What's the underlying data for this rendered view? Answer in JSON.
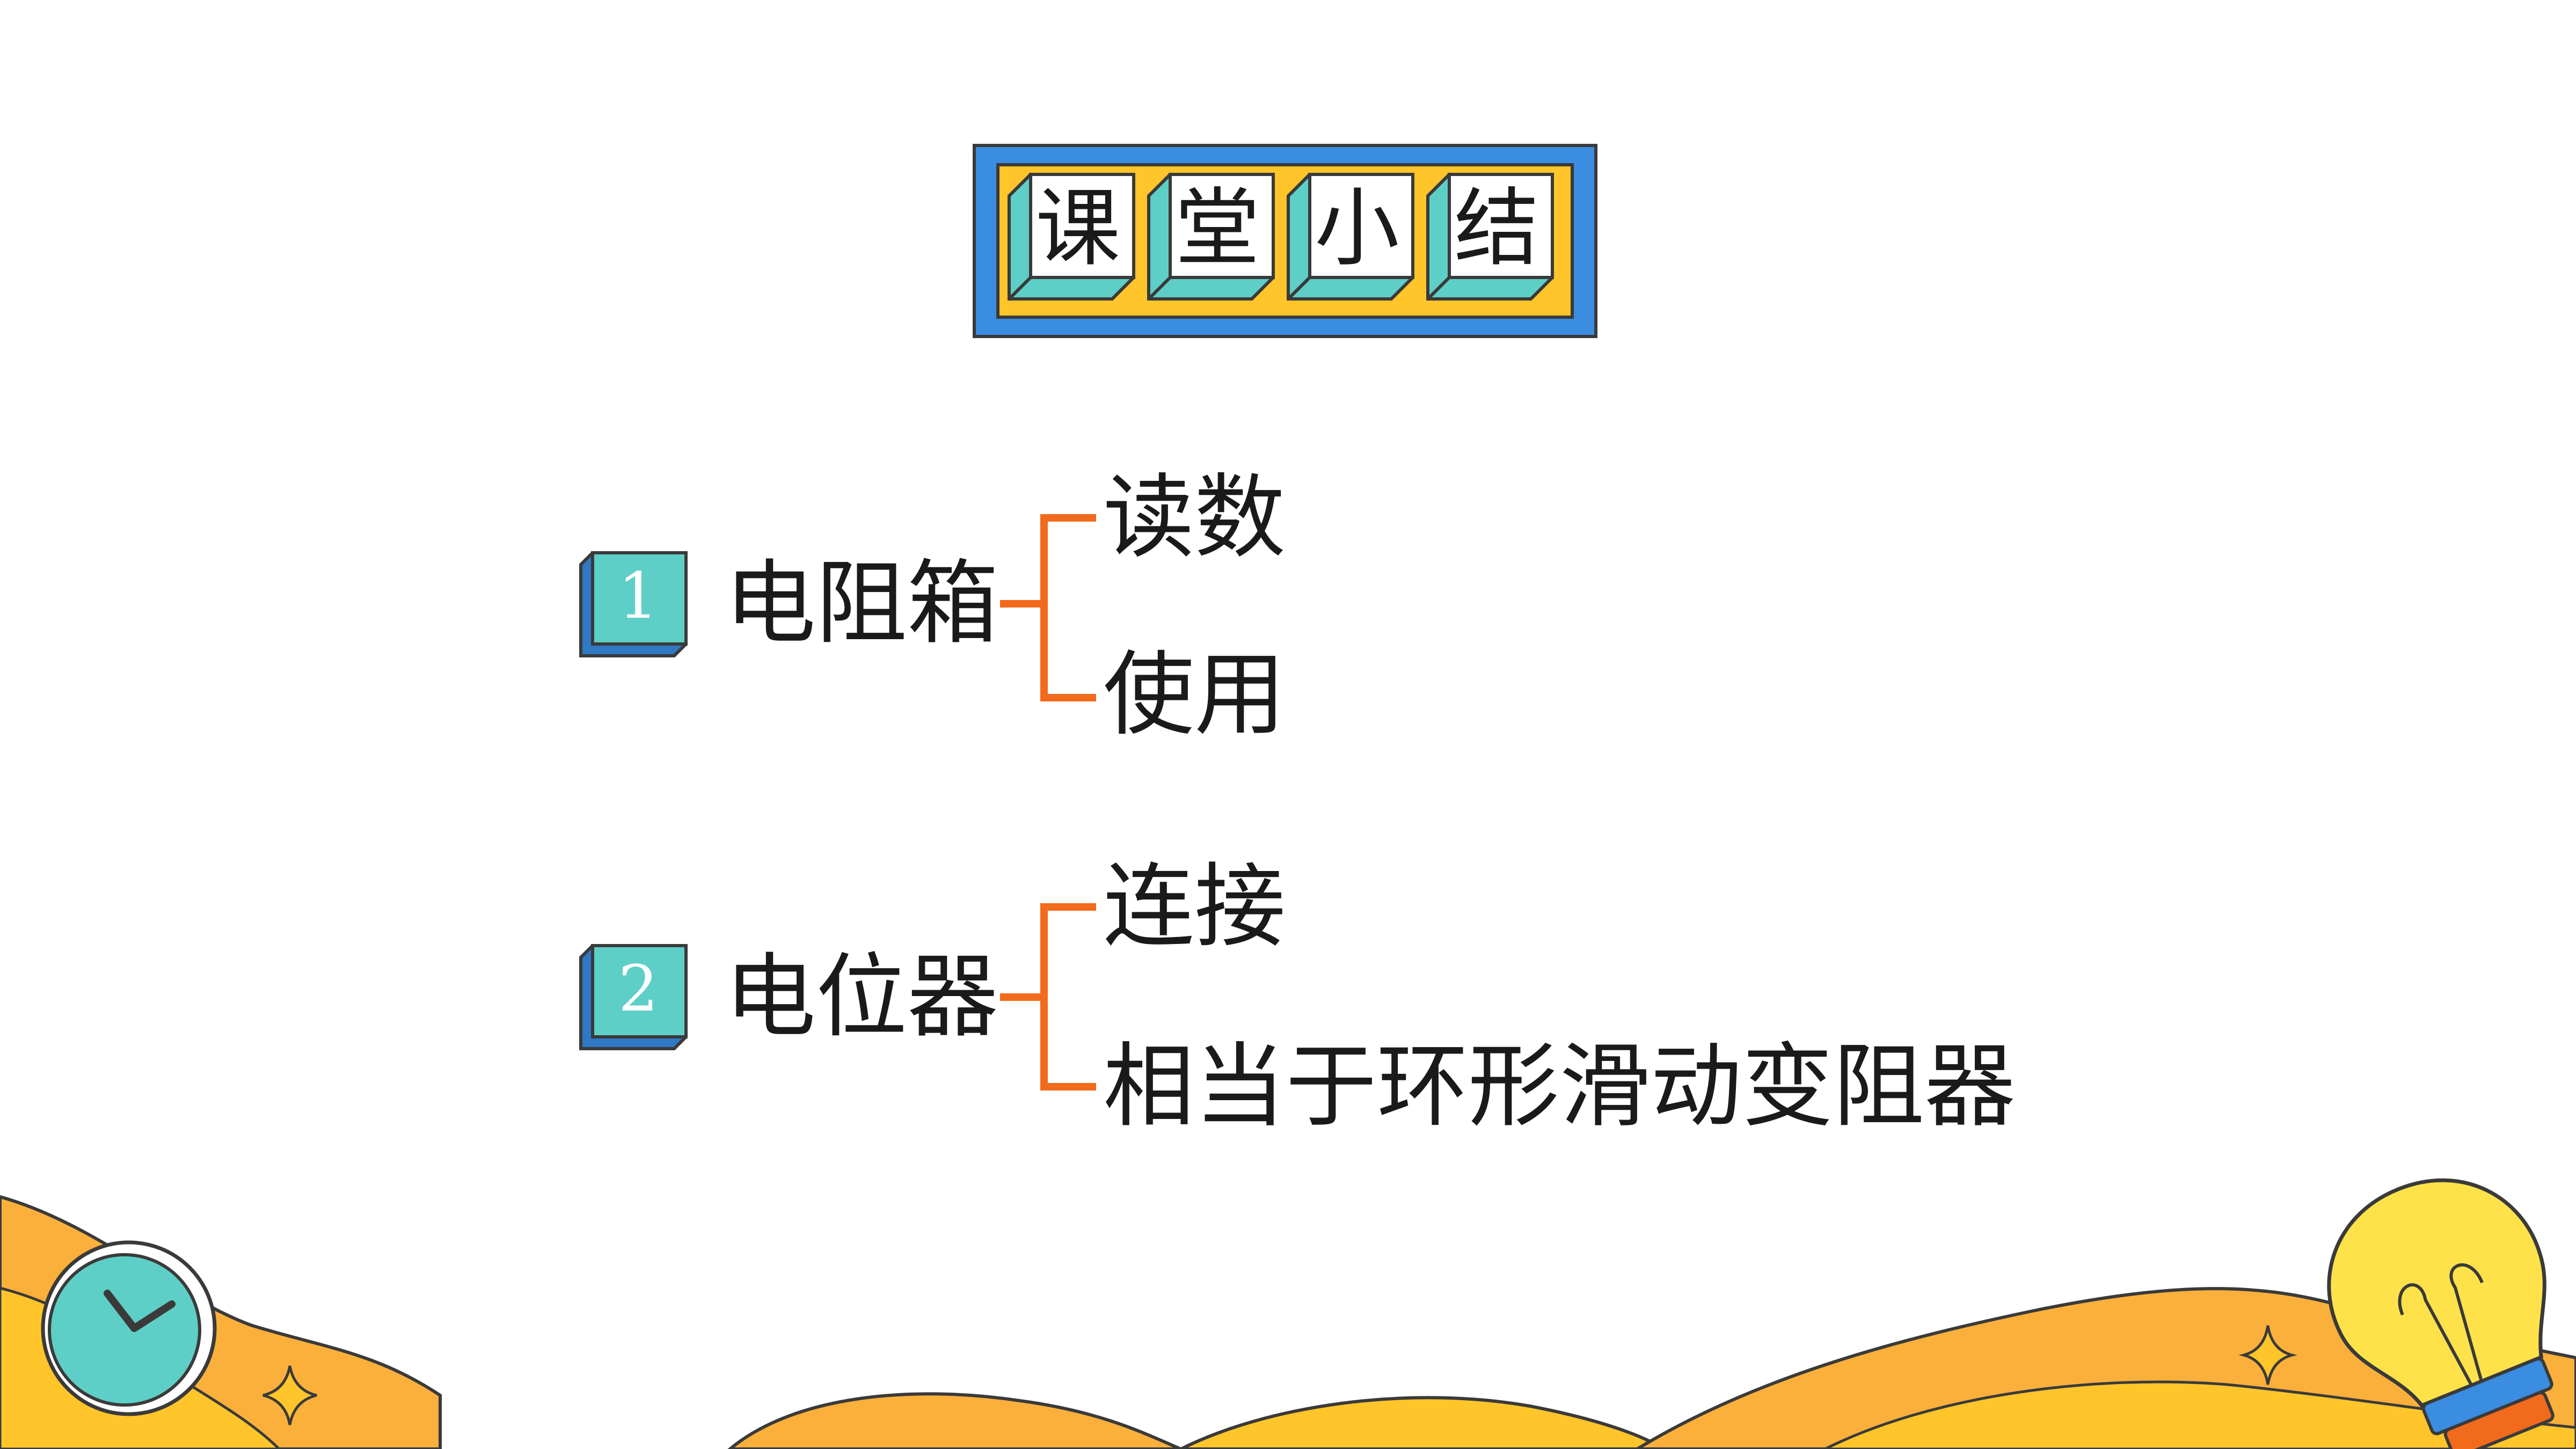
{
  "title": {
    "chars": [
      "课",
      "堂",
      "小",
      "结"
    ]
  },
  "sections": [
    {
      "number": "1",
      "topic": "电阻箱",
      "branches": [
        "读数",
        "使用"
      ]
    },
    {
      "number": "2",
      "topic": "电位器",
      "branches": [
        "连接",
        "相当于环形滑动变阻器"
      ]
    }
  ],
  "colors": {
    "banner_blue": "#3a8de0",
    "banner_yellow": "#ffc52a",
    "key_teal": "#5ecfc7",
    "badge_blue": "#3a8de0",
    "connector_orange": "#f26a1b",
    "wave_orange": "#fbb03b",
    "wave_yellow": "#ffc52a"
  },
  "decorations": {
    "left_icon": "clock-icon",
    "right_icon": "lightbulb-icon",
    "sparkle_icon": "sparkle-icon"
  }
}
